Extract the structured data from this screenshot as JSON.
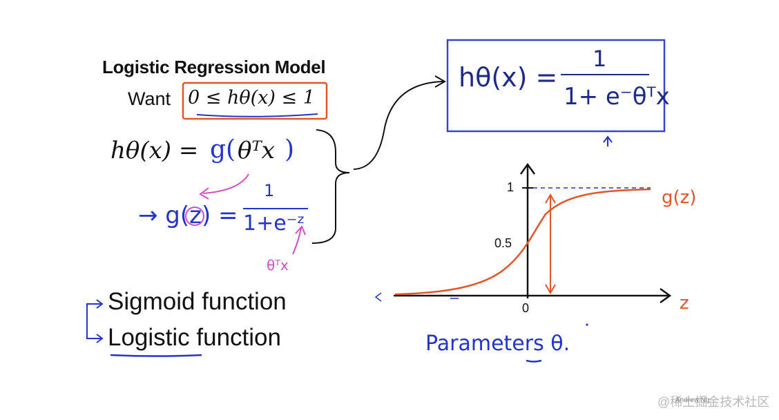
{
  "slide": {
    "title": "Logistic Regression Model",
    "want_label": "Want",
    "want_math": "0 ≤ hθ(x) ≤ 1",
    "hypothesis_lhs": "hθ(x) = ",
    "hypothesis_g": "g(",
    "hypothesis_inner": "θᵀx",
    "hypothesis_close": ")",
    "g_def_lhs": "→ g(z) =",
    "g_def_num": "1",
    "g_def_den": "1+e⁻ᶻ",
    "theta_tx_note": "θᵀx",
    "sigmoid_label": "Sigmoid function",
    "logistic_label": "Logistic function",
    "box_lhs": "hθ(x) =",
    "box_num": "1",
    "box_den": "1+ e⁻θᵀx",
    "parameters_note": "Parameters θ.",
    "watermark": "@稀土掘金技术社区",
    "credit": "Andrew Ng"
  },
  "plot": {
    "y_tick_1": "1",
    "y_tick_05": "0.5",
    "x_tick_0": "0",
    "curve_label": "g(z)",
    "x_axis_label": "z"
  },
  "colors": {
    "red_annotation": "#e0552a",
    "blue_ink": "#2433c9",
    "pink_ink": "#d04fc4",
    "box_border": "#3b45c9"
  }
}
